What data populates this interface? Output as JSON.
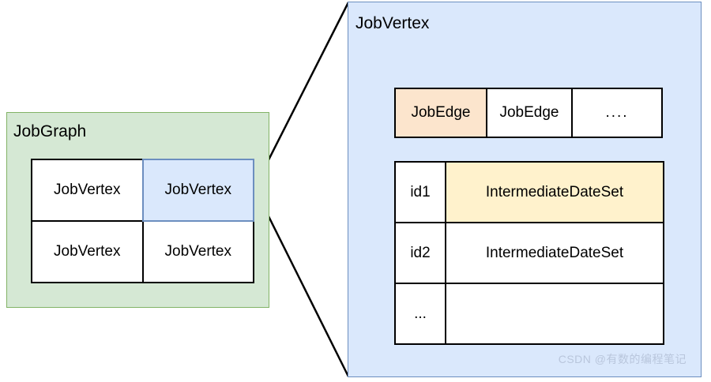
{
  "diagram": {
    "colors": {
      "green_fill": "#d5e8d4",
      "green_stroke": "#82b366",
      "blue_fill": "#dae8fc",
      "blue_stroke": "#6c8ebf",
      "orange_fill": "#fce5cd",
      "yellow_fill": "#fff2cc",
      "line": "#000000",
      "watermark": "#b9c6dc"
    }
  },
  "jobgraph": {
    "title": "JobGraph",
    "vertices": [
      {
        "label": "JobVertex",
        "highlighted": false
      },
      {
        "label": "JobVertex",
        "highlighted": true
      },
      {
        "label": "JobVertex",
        "highlighted": false
      },
      {
        "label": "JobVertex",
        "highlighted": false
      }
    ]
  },
  "jobvertex_detail": {
    "title": "JobVertex",
    "edges": [
      {
        "label": "JobEdge",
        "highlighted": true
      },
      {
        "label": "JobEdge",
        "highlighted": false
      },
      {
        "label": "....",
        "highlighted": false
      }
    ],
    "intermediate_datasets": [
      {
        "id": "id1",
        "name": "IntermediateDateSet",
        "highlighted": true
      },
      {
        "id": "id2",
        "name": "IntermediateDateSet",
        "highlighted": false
      },
      {
        "id": "...",
        "name": "",
        "highlighted": false
      }
    ]
  },
  "watermark": {
    "text": "CSDN @有数的编程笔记"
  }
}
